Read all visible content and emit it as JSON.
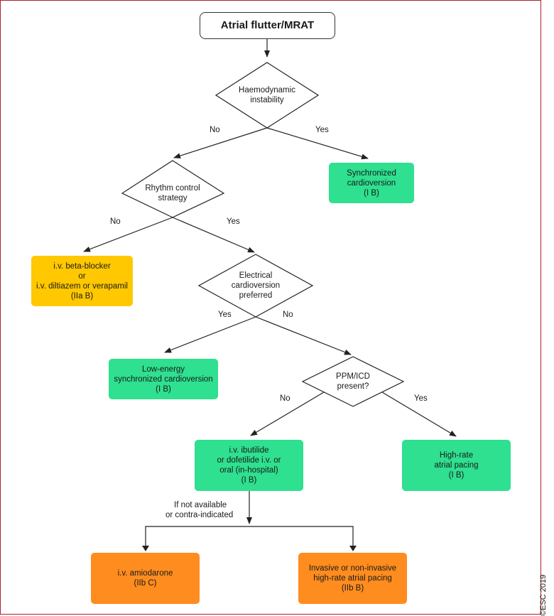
{
  "start": "Atrial flutter/MRAT",
  "decisions": {
    "haemodynamic": [
      "Haemodynamic",
      "instability"
    ],
    "rhythm": [
      "Rhythm control",
      "strategy"
    ],
    "electrical": [
      "Electrical",
      "cardioversion",
      "preferred"
    ],
    "ppm": [
      "PPM/ICD",
      "present?"
    ]
  },
  "outcomes": {
    "synchronized": [
      "Synchronized",
      "cardioversion",
      "(I B)"
    ],
    "beta_blocker": [
      "i.v. beta-blocker",
      "or",
      "i.v. diltiazem or verapamil",
      "(IIa B)"
    ],
    "low_energy": [
      "Low-energy",
      "synchronized cardioversion",
      "(I B)"
    ],
    "ibutilide": [
      "i.v. ibutilide",
      "or dofetilide i.v. or",
      "oral (in-hospital)",
      "(I B)"
    ],
    "high_rate": [
      "High-rate",
      "atrial pacing",
      "(I B)"
    ],
    "amiodarone": [
      "i.v. amiodarone",
      "(IIb C)"
    ],
    "invasive": [
      "Invasive or non-invasive",
      "high-rate atrial pacing",
      "(IIb B)"
    ]
  },
  "edge_labels": {
    "haemo_no": "No",
    "haemo_yes": "Yes",
    "rhythm_no": "No",
    "rhythm_yes": "Yes",
    "elec_yes": "Yes",
    "elec_no": "No",
    "ppm_no": "No",
    "ppm_yes": "Yes",
    "if_not": [
      "If not available",
      "or contra-indicated"
    ]
  },
  "colors": {
    "recommended": "#2ee08f",
    "reasonable": "#ffc800",
    "may_be_considered": "#ff8c1f",
    "frame": "#b01e2d"
  },
  "copyright": "©ESC 2019"
}
